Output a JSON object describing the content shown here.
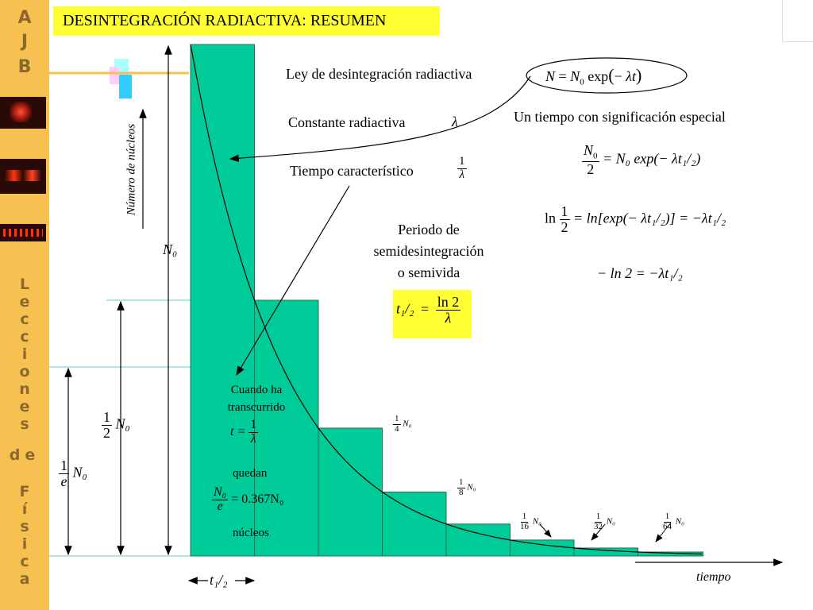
{
  "sidebar": {
    "ajb": [
      "A",
      "J",
      "B"
    ],
    "lecciones": [
      "L",
      "e",
      "c",
      "c",
      "i",
      "o",
      "n",
      "e",
      "s"
    ],
    "de": "de",
    "fisica": [
      "F",
      "í",
      "s",
      "i",
      "c",
      "a"
    ]
  },
  "title": "DESINTEGRACIÓN RADIACTIVA: RESUMEN",
  "ley_label": "Ley de desintegración radiactiva",
  "ley_formula": {
    "lhs": "N",
    "eq": "=",
    "n0": "N",
    "sub0": "0",
    "exp": "exp",
    "paren_open": "(",
    "minus": "−",
    "lam": "λ",
    "t": "t",
    "paren_close": ")"
  },
  "constante_label": "Constante radiactiva",
  "constante_symbol": "λ",
  "tiempo_label": "Tiempo característico",
  "tiempo_formula": {
    "num": "1",
    "den": "λ"
  },
  "especial_label": "Un tiempo con significación especial",
  "eq1": {
    "num": "N",
    "num_sub": "0",
    "den": "2",
    "rhs": "= N₀ exp(− λt₁/₂)"
  },
  "eq2": {
    "pre": "ln",
    "num": "1",
    "den": "2",
    "rhs": "= ln[exp(− λt₁/₂)] = −λt₁/₂"
  },
  "eq3": "− ln 2 = −λt₁/₂",
  "periodo_label": [
    "Periodo de",
    "semidesintegración",
    "o semivida"
  ],
  "periodo_formula": {
    "lhs": "t₁/₂",
    "eq": "=",
    "num": "ln 2",
    "den": "λ"
  },
  "cuando": [
    "Cuando ha",
    "transcurrido"
  ],
  "t_eq": {
    "lhs": "t =",
    "num": "1",
    "den": "λ"
  },
  "quedan": "quedan",
  "n0e": {
    "num": "N₀",
    "den": "e",
    "rhs": "= 0.367N₀"
  },
  "nucleos": "núcleos",
  "y_axis_label": "Número de núcleos",
  "x_axis_label": "tiempo",
  "half_life_marker": "t₁/₂",
  "left_labels": {
    "n0": "N₀",
    "half": {
      "num": "1",
      "den": "2",
      "sym": "N₀"
    },
    "e": {
      "num": "1",
      "den": "e",
      "sym": "N₀"
    }
  },
  "bar_labels": [
    {
      "num": "1",
      "den": "4",
      "sym": "N₀"
    },
    {
      "num": "1",
      "den": "8",
      "sym": "N₀"
    },
    {
      "num": "1",
      "den": "16",
      "sym": "N₀"
    },
    {
      "num": "1",
      "den": "32",
      "sym": "N₀"
    },
    {
      "num": "1",
      "den": "64",
      "sym": "N₀"
    }
  ],
  "chart_data": {
    "type": "bar",
    "values": [
      1,
      0.5,
      0.25,
      0.125,
      0.0625,
      0.03125,
      0.015625,
      0.0078125
    ],
    "ylabel": "Número de núcleos",
    "xlabel": "tiempo",
    "curve": "N = N0 exp(−λt)"
  },
  "colors": {
    "bar_fill": "#00cc99",
    "bar_stroke": "#2a6f50",
    "sidebar": "#f7c152",
    "highlight": "#ffff33",
    "guide": "#66cccc"
  }
}
